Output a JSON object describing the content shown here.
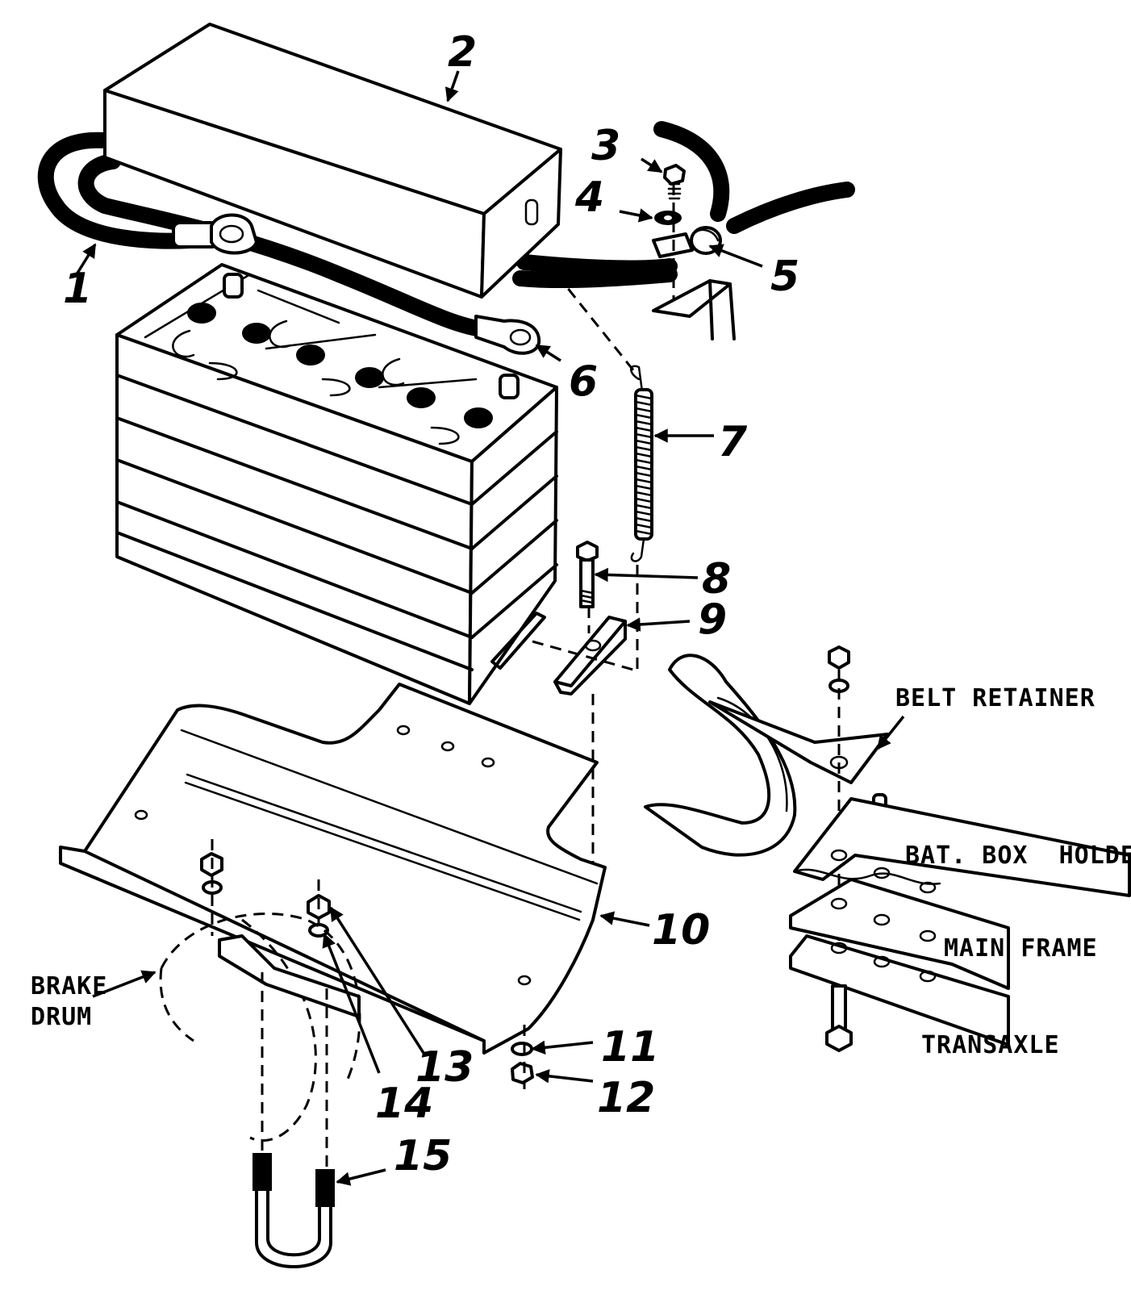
{
  "callouts": {
    "c1": "1",
    "c2": "2",
    "c3": "3",
    "c4": "4",
    "c5": "5",
    "c6": "6",
    "c7": "7",
    "c8": "8",
    "c9": "9",
    "c10": "10",
    "c11": "11",
    "c12": "12",
    "c13": "13",
    "c14": "14",
    "c15": "15"
  },
  "labels": {
    "belt_retainer": "BELT RETAINER",
    "bat_box_holder": "BAT. BOX  HOLDER",
    "main_frame": "MAIN FRAME",
    "transaxle": "TRANSAXLE",
    "brake_line1": "BRAKE",
    "brake_line2": "DRUM"
  }
}
